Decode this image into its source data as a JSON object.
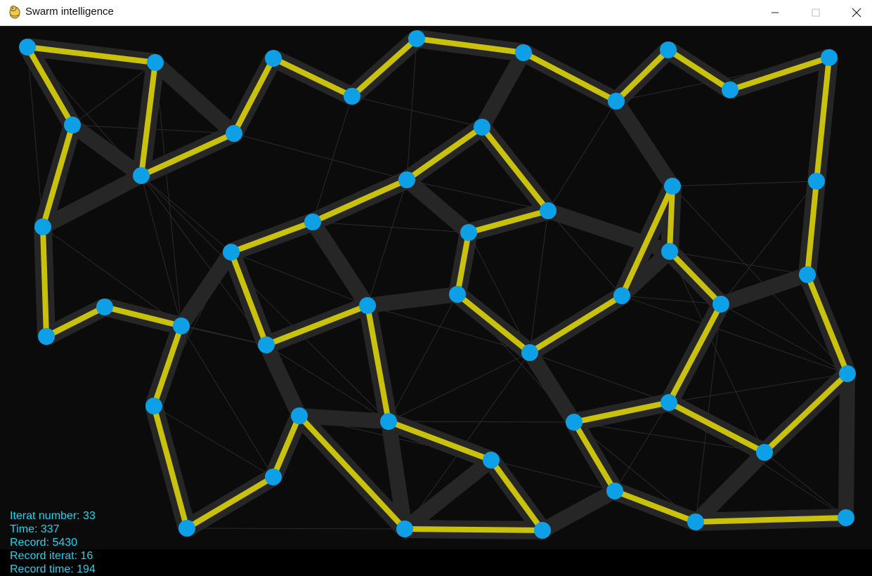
{
  "window": {
    "title": "Swarm intelligence",
    "app_icon": "python-snake-icon",
    "controls": [
      "minimize",
      "maximize",
      "close"
    ]
  },
  "colors": {
    "background": "#0b0b0b",
    "node": "#0ea0e6",
    "route": "#c9c10c",
    "pheromone": "#262626",
    "thin_edge": "#2e2e2e",
    "stats_text": "#19d7ee"
  },
  "stats": {
    "iteration": "Iterat number: 33",
    "time": "Time: 337",
    "record": "Record: 5430",
    "record_iteration": "Record iterat: 16",
    "record_time": "Record time: 194"
  }
}
